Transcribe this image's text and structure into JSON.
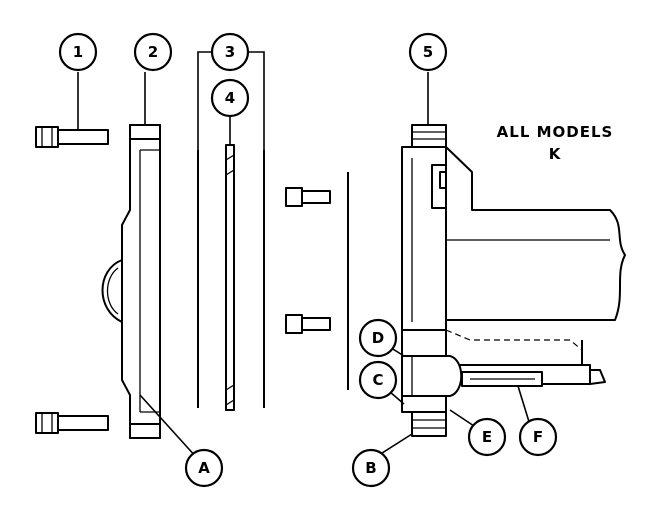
{
  "title": {
    "line1": "ALL MODELS",
    "line2": "K"
  },
  "callouts": {
    "c1": "1",
    "c2": "2",
    "c3": "3",
    "c4": "4",
    "c5": "5",
    "A": "A",
    "B": "B",
    "C": "C",
    "D": "D",
    "E": "E",
    "F": "F"
  }
}
